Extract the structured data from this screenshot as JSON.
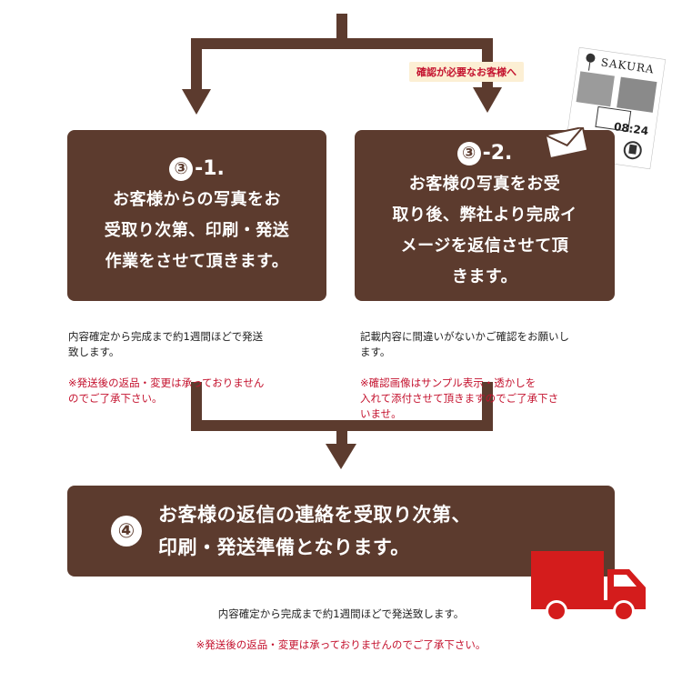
{
  "colors": {
    "brown": "#5c3b2e",
    "red": "#c4122e",
    "tag_bg": "#fcefd4",
    "truck": "#d41c1c"
  },
  "tag_label": "確認が必要なお客様へ",
  "step1": {
    "number": "③",
    "suffix": "-1.",
    "text": "お客様からの写真をお\n受取り次第、印刷・発送\n作業をさせて頂きます。",
    "note_black": "内容確定から完成まで約1週間ほどで発送\n致します。",
    "note_red": "※発送後の返品・変更は承っておりません\nのでご了承下さい。"
  },
  "step2": {
    "number": "③",
    "suffix": "-2.",
    "text": "お客様の写真をお受\n取り後、弊社より完成イ\nメージを返信させて頂\nきます。",
    "note_black": "記載内容に間違いがないかご確認をお願いし\nます。",
    "note_red": "※確認画像はサンプル表示・透かしを\n入れて添付させて頂きますのでご了承下さ\nいませ。"
  },
  "step4": {
    "number": "④",
    "text": "お客様の返信の連絡を受取り次第、\n印刷・発送準備となります。",
    "note_black": "内容確定から完成まで約1週間ほどで発送致します。",
    "note_red": "※発送後の返品・変更は承っておりませんのでご了承下さい。"
  },
  "sample_card": {
    "name": "SAKURA",
    "time": "08:24"
  },
  "icons": [
    "arrow-down-icon",
    "envelope-icon",
    "truck-icon"
  ]
}
